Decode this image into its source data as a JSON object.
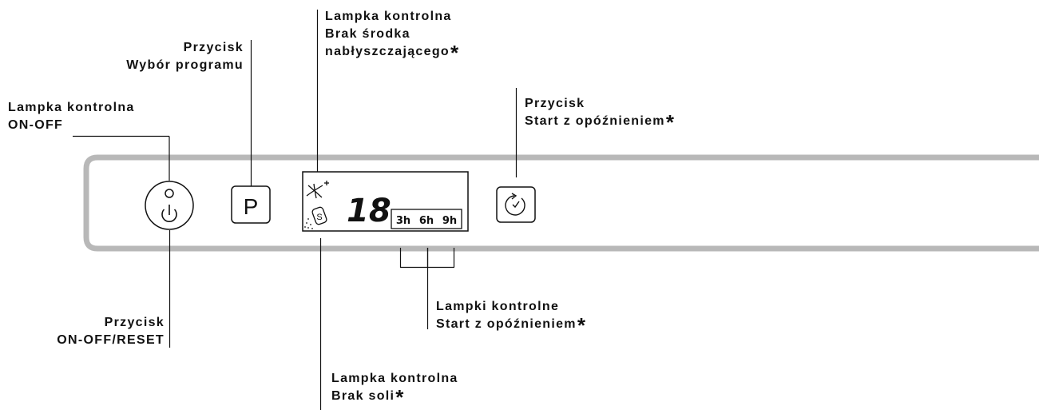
{
  "labels": {
    "on_off_lamp": {
      "line1": "Lampka kontrolna",
      "line2": "ON-OFF"
    },
    "program_button": {
      "line1": "Przycisk",
      "line2": "Wybór programu"
    },
    "rinse_aid_lamp": {
      "line1": "Lampka kontrolna",
      "line2": "Brak środka",
      "line3": "nabłyszczającego",
      "star": "*"
    },
    "delay_button": {
      "line1": "Przycisk",
      "line2": "Start z opóźnieniem",
      "star": "*"
    },
    "delay_lamps": {
      "line1": "Lampki kontrolne",
      "line2": "Start z opóźnieniem",
      "star": "*"
    },
    "on_off_button": {
      "line1": "Przycisk",
      "line2": "ON-OFF/RESET"
    },
    "salt_lamp": {
      "line1": "Lampka kontrolna",
      "line2": "Brak soli",
      "star": "*"
    }
  },
  "panel": {
    "program_key": "P",
    "digits": "18",
    "delay_options": [
      "3h",
      "6h",
      "9h"
    ],
    "salt_symbol": "S"
  },
  "icons": {
    "power": "power-icon",
    "rinse_aid": "sparkle-icon",
    "salt": "salt-icon",
    "delay": "clock-icon"
  },
  "colors": {
    "panel_frame": "#b8b8b8",
    "ink": "#111111"
  }
}
